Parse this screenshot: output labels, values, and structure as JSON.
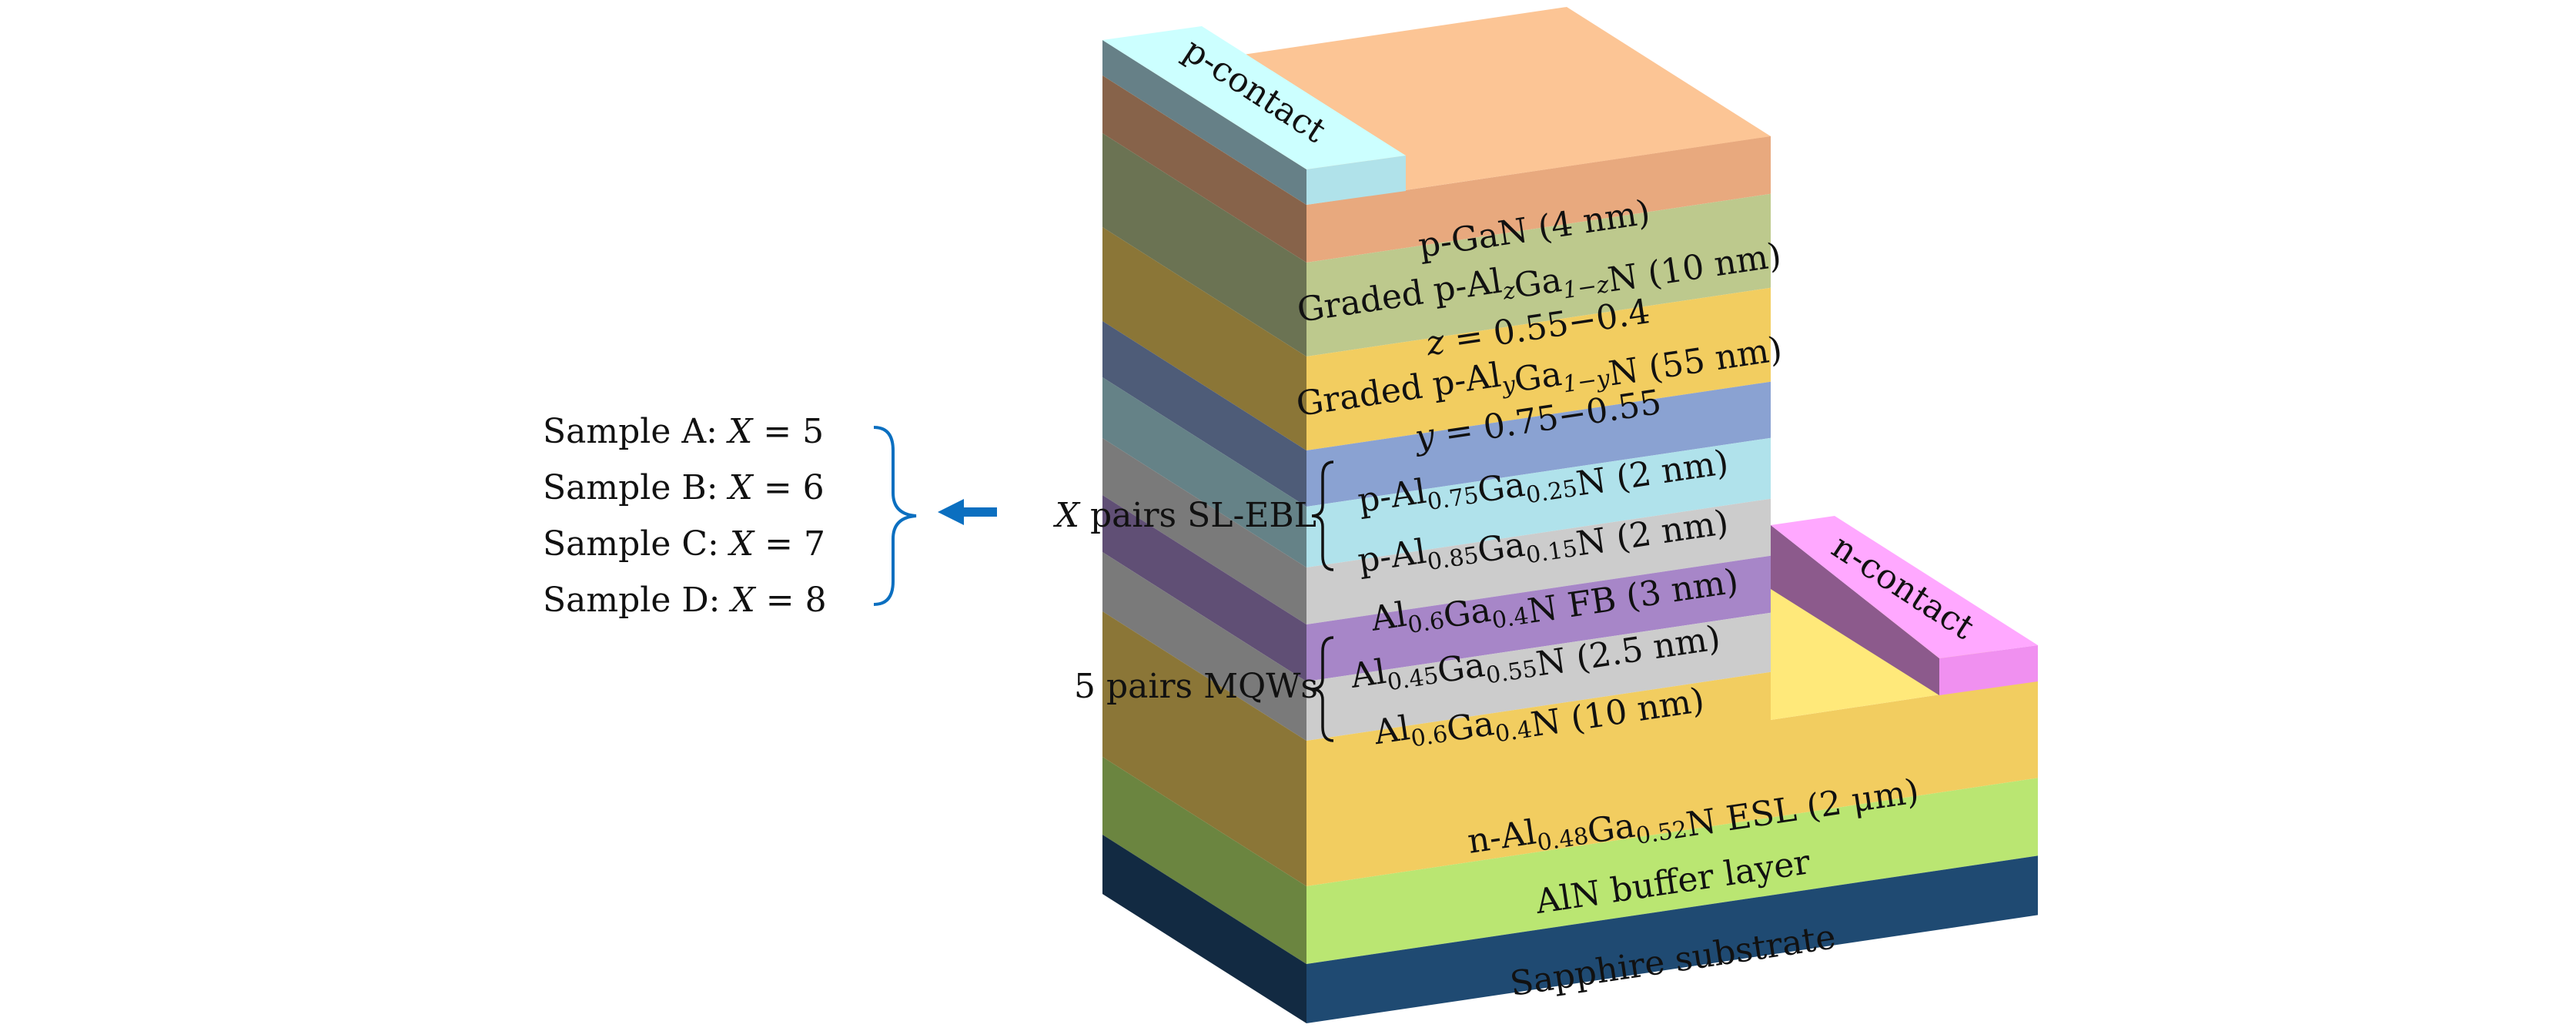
{
  "diagram": {
    "title": "AlGaN deep-UV LED epitaxial structure with X pairs SL-EBL",
    "layers": [
      {
        "id": "p-contact",
        "label": "p-contact",
        "front": "#b0e2ea",
        "top": "#ccffff",
        "side": "#668087"
      },
      {
        "id": "p-gan",
        "label_parts": [
          [
            "p-GaN (4 nm)",
            ""
          ]
        ],
        "front": "#e8a97e",
        "top": "#fcc595",
        "side": "#87634a"
      },
      {
        "id": "graded-z",
        "line1": [
          [
            "Graded p-Al",
            ""
          ],
          [
            "z",
            "sub-it"
          ],
          [
            "Ga",
            ""
          ],
          [
            "1−z",
            "sub-it"
          ],
          [
            "N (10 nm)",
            ""
          ]
        ],
        "line2": [
          [
            "z",
            "it"
          ],
          [
            " = 0.55−0.4",
            ""
          ]
        ],
        "front": "#bdc98d",
        "side": "#6b7353"
      },
      {
        "id": "graded-y",
        "line1": [
          [
            "Graded p-Al",
            ""
          ],
          [
            "y",
            "sub-it"
          ],
          [
            "Ga",
            ""
          ],
          [
            "1−y",
            "sub-it"
          ],
          [
            "N (55 nm)",
            ""
          ]
        ],
        "line2": [
          [
            "y",
            "it"
          ],
          [
            " = 0.75−0.55",
            ""
          ]
        ],
        "front": "#f2cd60",
        "side": "#8b7637"
      },
      {
        "id": "sl-1",
        "line1": [
          [
            "p-Al",
            ""
          ],
          [
            "0.75",
            "sub"
          ],
          [
            "Ga",
            ""
          ],
          [
            "0.25",
            "sub"
          ],
          [
            "N (2 nm)",
            ""
          ]
        ],
        "front": "#8aa2d2",
        "side": "#4e5c78"
      },
      {
        "id": "sl-2",
        "line1": [
          [
            "p-Al",
            ""
          ],
          [
            "0.85",
            "sub"
          ],
          [
            "Ga",
            ""
          ],
          [
            "0.15",
            "sub"
          ],
          [
            "N (2 nm)",
            ""
          ]
        ],
        "front": "#b0e2eb",
        "side": "#658287"
      },
      {
        "id": "fb",
        "line1": [
          [
            "Al",
            ""
          ],
          [
            "0.6",
            "sub"
          ],
          [
            "Ga",
            ""
          ],
          [
            "0.4",
            "sub"
          ],
          [
            "N FB (3 nm)",
            ""
          ]
        ],
        "front": "#cccccc",
        "side": "#7a7a7a"
      },
      {
        "id": "qw",
        "line1": [
          [
            "Al",
            ""
          ],
          [
            "0.45",
            "sub"
          ],
          [
            "Ga",
            ""
          ],
          [
            "0.55",
            "sub"
          ],
          [
            "N (2.5 nm)",
            ""
          ]
        ],
        "front": "#a786c8",
        "side": "#604f75"
      },
      {
        "id": "qb",
        "line1": [
          [
            "Al",
            ""
          ],
          [
            "0.6",
            "sub"
          ],
          [
            "Ga",
            ""
          ],
          [
            "0.4",
            "sub"
          ],
          [
            "N (10 nm)",
            ""
          ]
        ],
        "front": "#cccccc",
        "side": "#7a7a7a"
      },
      {
        "id": "esl",
        "line1": [
          [
            "n-Al",
            ""
          ],
          [
            "0.48",
            "sub"
          ],
          [
            "Ga",
            ""
          ],
          [
            "0.52",
            "sub"
          ],
          [
            "N ESL (2 μm)",
            ""
          ]
        ],
        "front": "#f2cd60",
        "top": "#ffe97a",
        "side": "#8b7637"
      },
      {
        "id": "aln",
        "line1": [
          [
            "AlN buffer layer",
            ""
          ]
        ],
        "front": "#bae672",
        "side": "#6b8540"
      },
      {
        "id": "sapphire",
        "line1": [
          [
            "Sapphire substrate",
            ""
          ]
        ],
        "front": "#1f4a72",
        "side": "#122a42",
        "text_color": "#ffffff"
      }
    ],
    "n_contact": {
      "label": "n-contact",
      "front": "#f090f0",
      "top": "#ffa8ff",
      "side": "#8c5a8c"
    },
    "groups": {
      "sl_ebl": {
        "var": "X",
        "label": " pairs SL-EBL"
      },
      "mqw": {
        "label": "5 pairs MQWs"
      }
    },
    "samples": [
      {
        "name": "Sample A: ",
        "var": "X",
        "value": "5"
      },
      {
        "name": "Sample B: ",
        "var": "X",
        "value": "6"
      },
      {
        "name": "Sample C: ",
        "var": "X",
        "value": "7"
      },
      {
        "name": "Sample D: ",
        "var": "X",
        "value": "8"
      }
    ],
    "accent_color": "#0b6fc0"
  }
}
